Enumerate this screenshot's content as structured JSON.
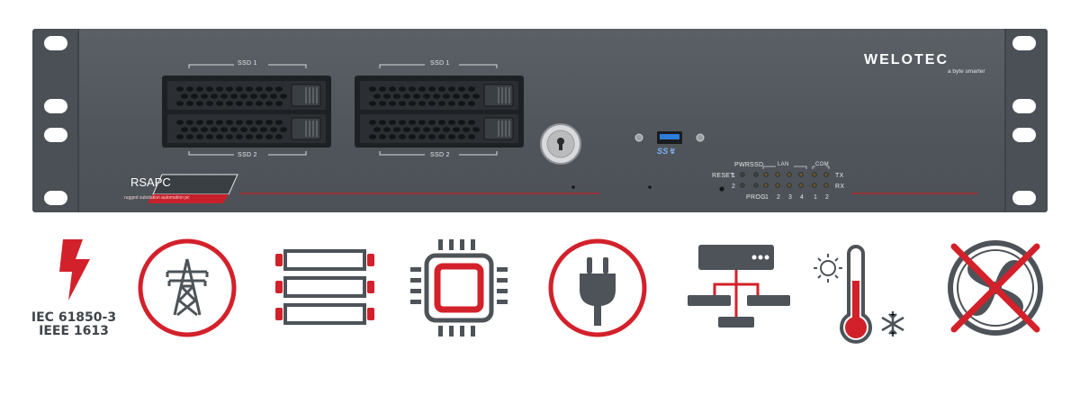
{
  "device": {
    "brand": "welotec",
    "tagline": "a byte smarter",
    "model": "RSAPC",
    "model_subtitle": "rugged substation automation pc",
    "ssd_labels": [
      "SSD 1",
      "SSD 2",
      "SSD 1",
      "SSD 2"
    ],
    "usb_label": "SS↯",
    "reset_label": "RESET",
    "prog_label": "PROG",
    "led_top_labels": [
      "PWR",
      "SSD",
      "LAN",
      "COM"
    ],
    "led_row_labels": [
      "1",
      "2"
    ],
    "led_bottom_labels": [
      "1",
      "2",
      "3",
      "4",
      "1",
      "2"
    ],
    "txrx_labels": [
      "TX",
      "RX"
    ]
  },
  "standards": {
    "line1": "IEC 61850-3",
    "line2": "IEEE 1613"
  },
  "colors": {
    "accent_red": "#d3212b",
    "icon_gray": "#4d5358",
    "panel": "#535a60"
  },
  "icons": [
    "lightning-icon",
    "power-tower-icon",
    "storage-drives-icon",
    "cpu-chip-icon",
    "power-plug-icon",
    "network-server-icon",
    "temperature-icon",
    "no-fan-icon"
  ]
}
